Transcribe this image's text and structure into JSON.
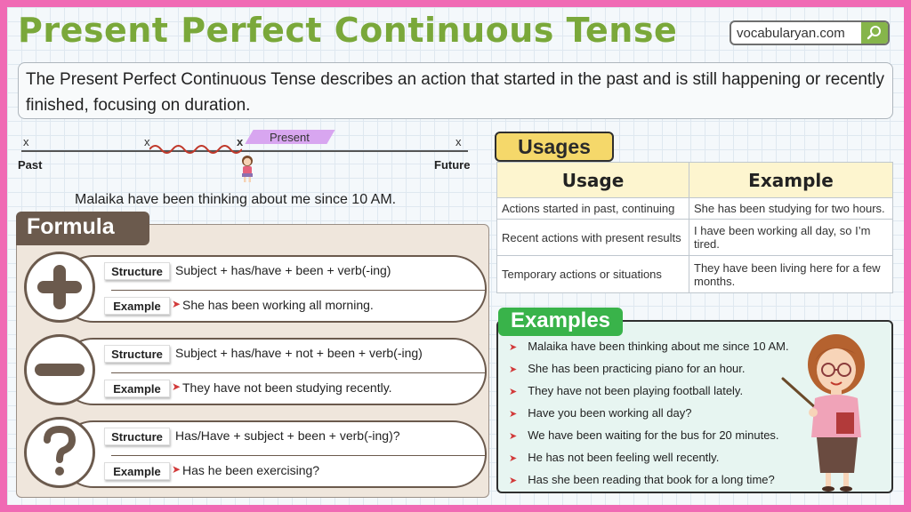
{
  "header": {
    "title": "Present Perfect Continuous Tense",
    "site": "vocabularyan.com"
  },
  "intro": "The Present Perfect Continuous Tense describes an action that started in the past and is still happening or recently finished, focusing on duration.",
  "timeline": {
    "past_label": "Past",
    "future_label": "Future",
    "present_label": "Present",
    "mark": "x",
    "sentence": "Malaika have been thinking about me since 10 AM."
  },
  "formula": {
    "title": "Formula",
    "structure_label": "Structure",
    "example_label": "Example",
    "rows": [
      {
        "icon": "plus-icon",
        "structure": "Subject + has/have + been + verb(-ing)",
        "example": "She has been working all morning."
      },
      {
        "icon": "minus-icon",
        "structure": "Subject + has/have + not + been + verb(-ing)",
        "example": "They have not been studying recently."
      },
      {
        "icon": "question-icon",
        "structure": "Has/Have + subject + been + verb(-ing)?",
        "example": "Has he been exercising?"
      }
    ]
  },
  "usages": {
    "title": "Usages",
    "col_usage": "Usage",
    "col_example": "Example",
    "rows": [
      {
        "usage": "Actions started in past, continuing",
        "example": "She has been studying for two hours."
      },
      {
        "usage": "Recent actions with present results",
        "example": "I have been working all day, so I’m tired."
      },
      {
        "usage": "Temporary actions or situations",
        "example": "They have been living here for a few months."
      }
    ]
  },
  "examples": {
    "title": "Examples",
    "items": [
      "Malaika have been thinking about me since 10 AM.",
      "She has been practicing piano for an hour.",
      "They have not been playing football lately.",
      "Have you been working all day?",
      "We have been waiting for the bus for 20 minutes.",
      "He has not been feeling well recently.",
      "Has she been reading that book for a long time?"
    ]
  },
  "colors": {
    "frame": "#f06ab4",
    "title_green": "#7aa83a",
    "formula_brown": "#6b5a4d",
    "usage_yellow": "#f5d86a",
    "examples_green": "#39b34a",
    "bullet_red": "#d23a3a"
  }
}
